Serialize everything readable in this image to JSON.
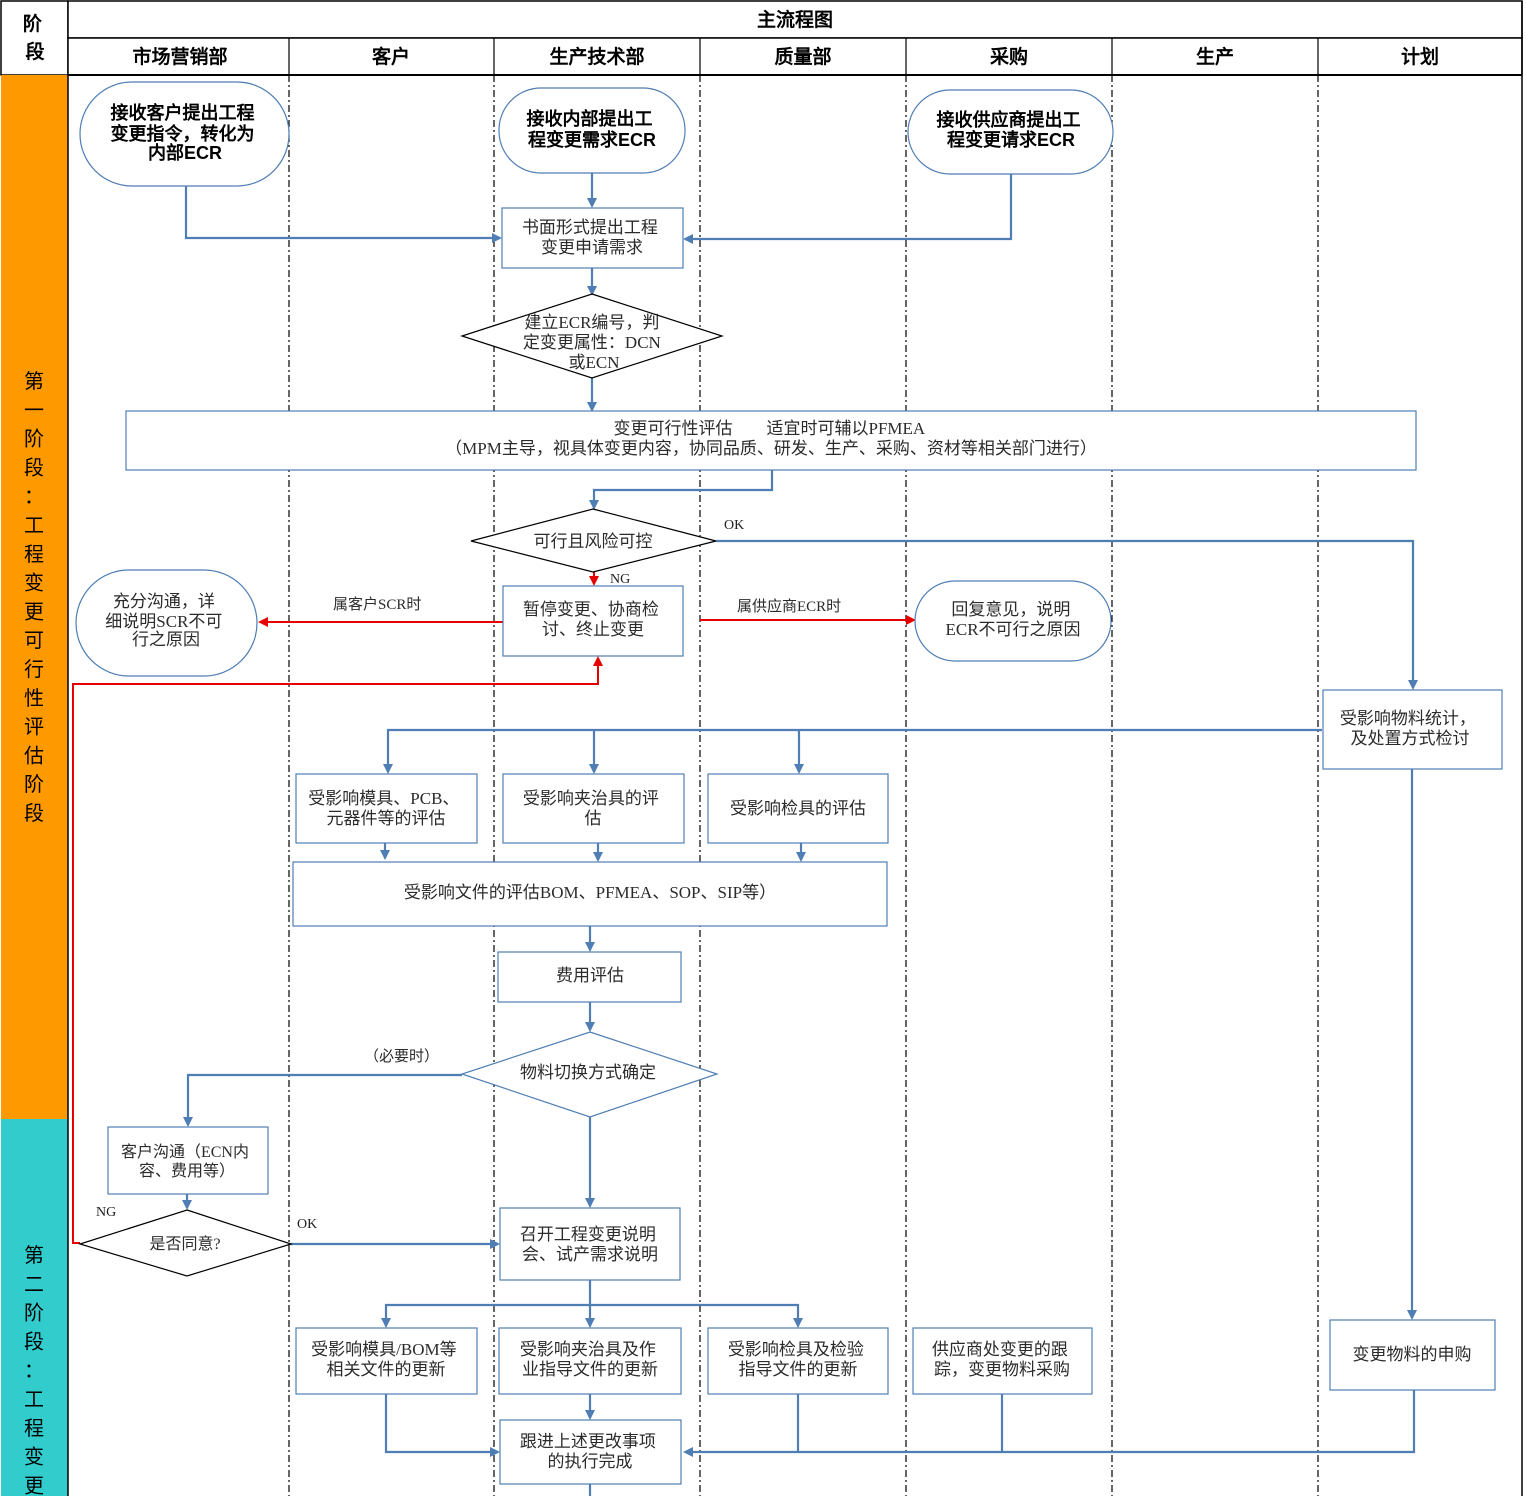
{
  "header": {
    "stage_col": [
      "阶",
      "段"
    ],
    "title": "主流程图",
    "lanes": [
      "市场营销部",
      "客户",
      "生产技术部",
      "质量部",
      "采购",
      "生产",
      "计划"
    ]
  },
  "stages": {
    "stage1": [
      "第",
      "一",
      "阶",
      "段",
      "：",
      "工",
      "程",
      "变",
      "更",
      "可",
      "行",
      "性",
      "评",
      "估",
      "阶",
      "段"
    ],
    "stage2": [
      "第",
      "二",
      "阶",
      "段",
      "：",
      "工",
      "程",
      "变",
      "更"
    ],
    "stage1_color": "#ff9900",
    "stage2_color": "#33cccc"
  },
  "nodes": {
    "start_customer": [
      "接收客户提出工程",
      "变更指令，转化为",
      "内部ECR"
    ],
    "start_internal": [
      "接收内部提出工",
      "程变更需求ECR"
    ],
    "start_supplier": [
      "接收供应商提出工",
      "程变更请求ECR"
    ],
    "written_request": [
      "书面形式提出工程",
      "变更申请需求"
    ],
    "ecr_number": [
      "建立ECR编号，判",
      "定变更属性：DCN",
      "或ECN"
    ],
    "feasibility": [
      "变更可行性评估　　适宜时可辅以PFMEA",
      "（MPM主导，视具体变更内容，协同品质、研发、生产、采购、资材等相关部门进行）"
    ],
    "risk_control": [
      "可行且风险可控"
    ],
    "suspend": [
      "暂停变更、协商检",
      "讨、终止变更"
    ],
    "communicate": [
      "充分沟通，详",
      "细说明SCR不可",
      "行之原因"
    ],
    "reply": [
      "回复意见，说明",
      "ECR不可行之原因"
    ],
    "material_stats": [
      "受影响物料统计，",
      "及处置方式检讨"
    ],
    "eval_mold": [
      "受影响模具、PCB、",
      "元器件等的评估"
    ],
    "eval_fixture": [
      "受影响夹治具的评",
      "估"
    ],
    "eval_gauge": [
      "受影响检具的评估"
    ],
    "eval_docs": [
      "受影响文件的评估BOM、PFMEA、SOP、SIP等）"
    ],
    "cost_eval": [
      "费用评估"
    ],
    "material_switch": [
      "物料切换方式确定"
    ],
    "customer_comm": [
      "客户沟通（ECN内",
      "容、费用等）"
    ],
    "agree": [
      "是否同意?"
    ],
    "meeting": [
      "召开工程变更说明",
      "会、试产需求说明"
    ],
    "update_mold": [
      "受影响模具/BOM等",
      "相关文件的更新"
    ],
    "update_fixture": [
      "受影响夹治具及作",
      "业指导文件的更新"
    ],
    "update_gauge": [
      "受影响检具及检验",
      "指导文件的更新"
    ],
    "supplier_track": [
      "供应商处变更的跟",
      "踪，变更物料采购"
    ],
    "material_purchase": [
      "变更物料的申购"
    ],
    "follow_up": [
      "跟进上述更改事项",
      "的执行完成"
    ]
  },
  "edge_labels": {
    "ok1": "OK",
    "ng1": "NG",
    "customer_scr": "属客户SCR时",
    "supplier_ecr": "属供应商ECR时",
    "when_needed": "（必要时）",
    "ng2": "NG",
    "ok2": "OK"
  },
  "colors": {
    "flow": "#4f7eb4",
    "reject": "#e60000"
  }
}
